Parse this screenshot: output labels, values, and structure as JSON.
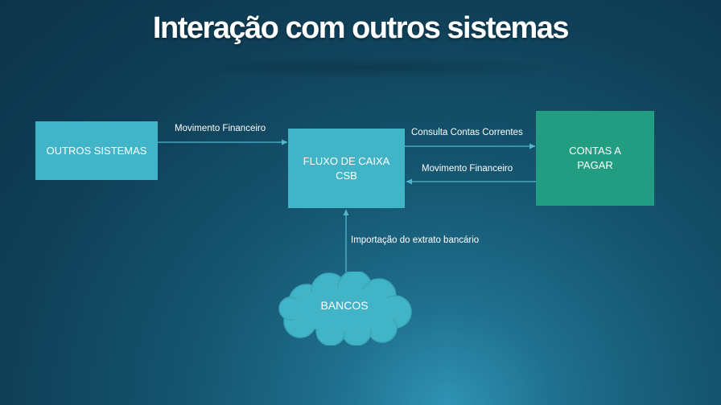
{
  "title": "Interação com outros sistemas",
  "nodes": {
    "outros": "OUTROS SISTEMAS",
    "fluxo": "FLUXO DE CAIXA\nCSB",
    "contas": "CONTAS A PAGAR",
    "bancos": "BANCOS"
  },
  "edges": {
    "outros_to_fluxo": "Movimento Financeiro",
    "fluxo_to_contas": "Consulta Contas Correntes",
    "contas_to_fluxo": "Movimento Financeiro",
    "bancos_to_fluxo": "Importação do extrato bancário"
  },
  "colors": {
    "box_teal": "#42b4c7",
    "box_green": "#239d81",
    "arrow": "#4fb8cc"
  }
}
